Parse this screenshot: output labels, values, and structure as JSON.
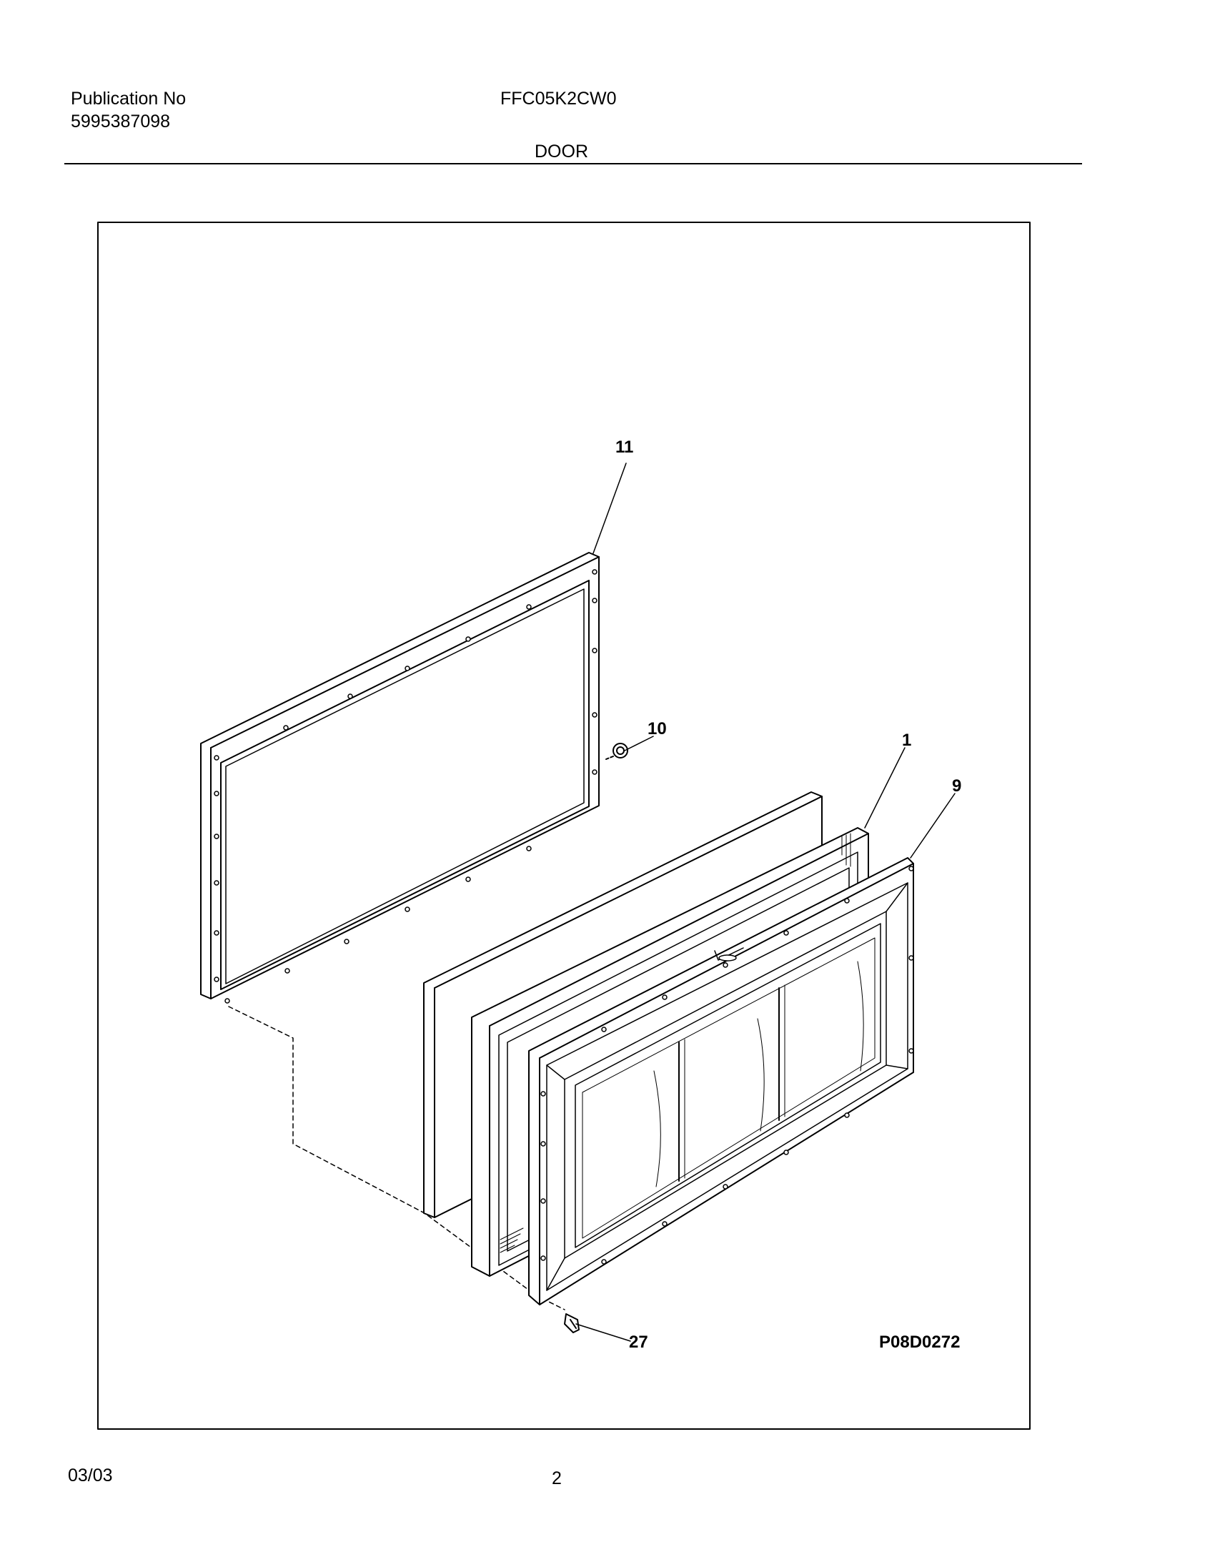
{
  "header": {
    "publication_label": "Publication No",
    "publication_number": "5995387098",
    "model": "FFC05K2CW0",
    "section": "DOOR"
  },
  "diagram": {
    "callouts": [
      "11",
      "10",
      "1",
      "9",
      "27"
    ],
    "drawing_code": "P08D0272"
  },
  "footer": {
    "date": "03/03",
    "page": "2"
  }
}
